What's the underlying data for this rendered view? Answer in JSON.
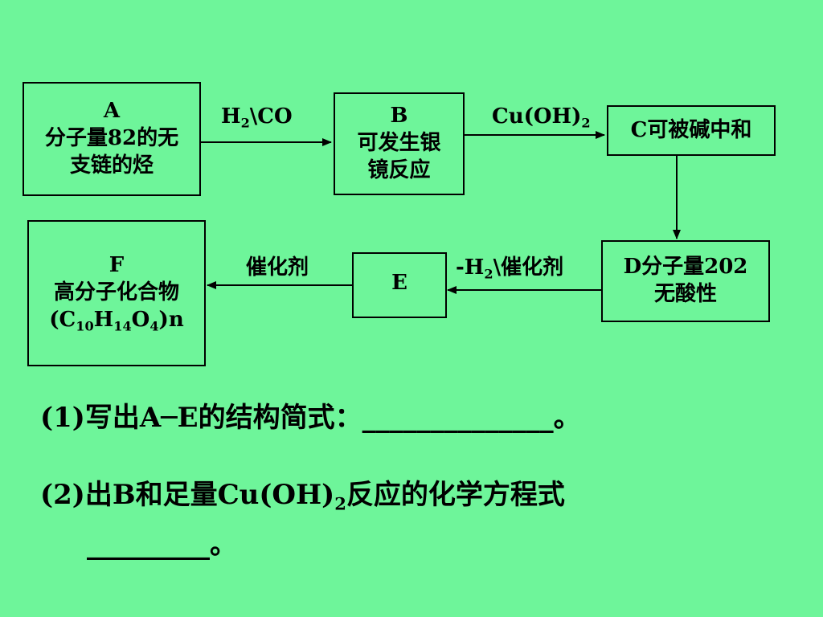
{
  "boxes": {
    "a": {
      "line1": "A",
      "line2": "分子量82的无",
      "line3": "支链的烃"
    },
    "b": {
      "line1": "B",
      "line2": "可发生银",
      "line3": "镜反应"
    },
    "c": {
      "text": "C可被碱中和"
    },
    "d": {
      "line1": "D分子量202",
      "line2": "无酸性"
    },
    "e": {
      "text": "E"
    },
    "f": {
      "line1": "F",
      "line2": "高分子化合物",
      "line3_open": "(C",
      "sub_c": "10",
      "h": "H",
      "sub_h": "14",
      "o": "O",
      "sub_o": "4",
      "line3_close": ")n"
    }
  },
  "arrows": {
    "ab": {
      "pre": "H",
      "sub": "2",
      "post": "\\CO"
    },
    "bc": {
      "pre": "Cu(OH)",
      "sub": "2"
    },
    "de": {
      "pre": "-H",
      "sub": "2",
      "post": "\\催化剂"
    },
    "ef": {
      "text": "催化剂"
    }
  },
  "questions": {
    "q1": {
      "text": "(1)写出A─E的结构简式：______________。"
    },
    "q2": {
      "pre": "(2)出B和足量Cu(OH)",
      "sub": "2",
      "post": "反应的化学方程式"
    },
    "q2_blank": {
      "text": "_________。"
    }
  }
}
